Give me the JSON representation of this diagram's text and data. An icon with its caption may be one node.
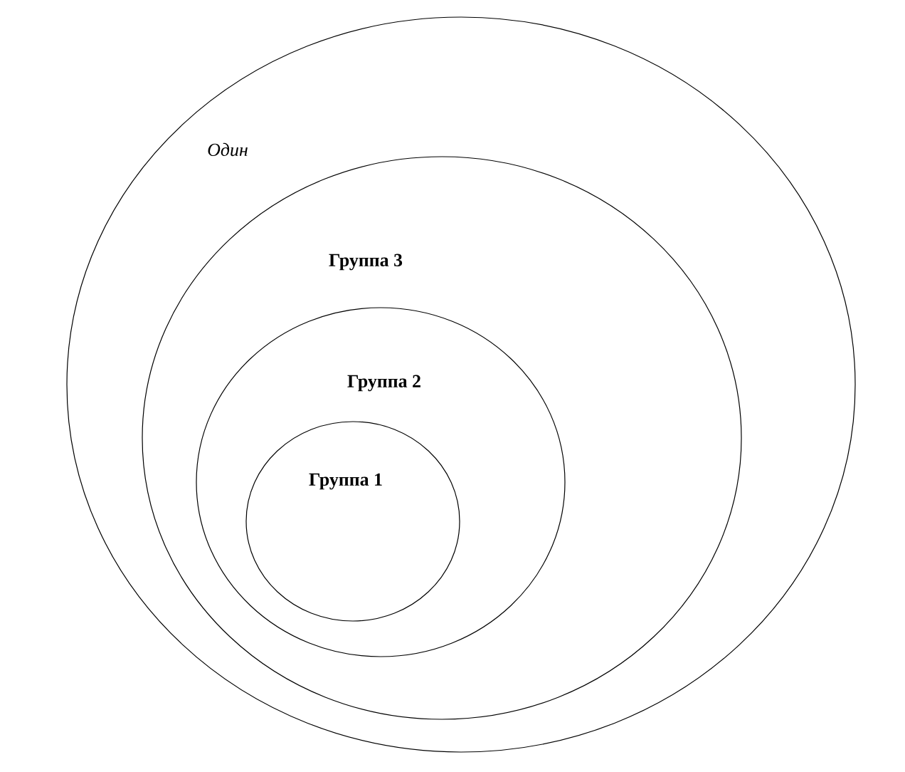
{
  "diagram": {
    "nodes": [
      {
        "text": [
          "*Один*"
        ]
      },
      {
        "text": [
          "**Группа 3**"
        ],
        "in": 0
      },
      {
        "text": [
          "**Группа 2**"
        ],
        "in": 1
      },
      {
        "text": [
          "**Группа 1**"
        ],
        "in": 2
      }
    ]
  }
}
